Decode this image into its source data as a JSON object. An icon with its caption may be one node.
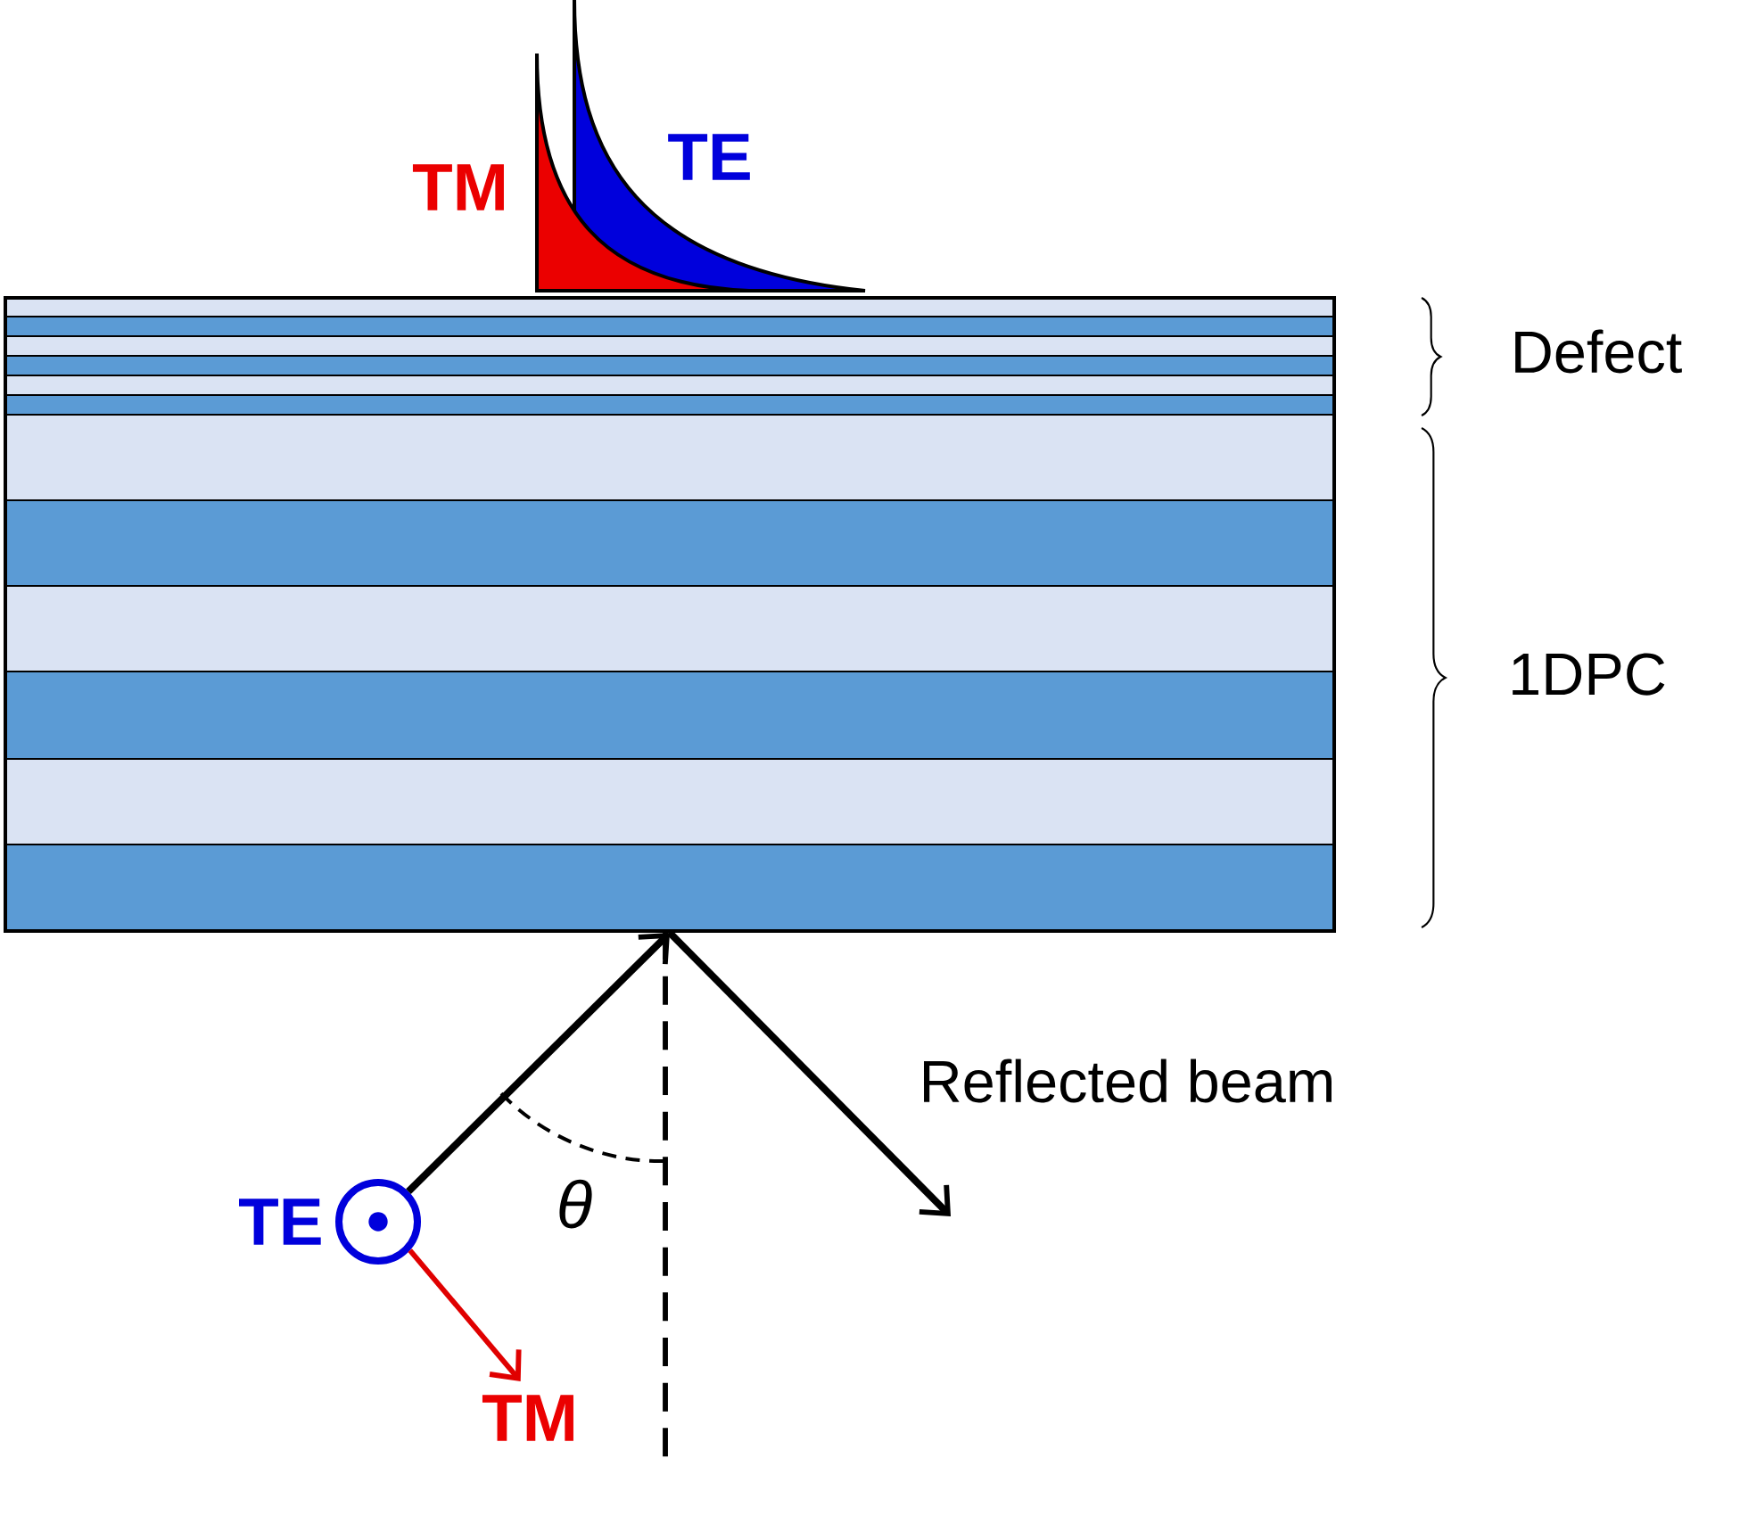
{
  "diagram": {
    "nodes": [
      {
        "text": [],
        "shape": "box"
      },
      {
        "text": [],
        "shape": "circle",
        "beside": [
          "TE"
        ]
      },
      {
        "text": [
          "TM"
        ]
      }
    ],
    "edges": [
      {
        "from": 1,
        "to": 0,
        "arrow": "to"
      },
      {
        "from": 0,
        "to": null,
        "arrow": "to",
        "label": "Reflected beam"
      },
      {
        "from": 1,
        "to": 2,
        "arrow": "to",
        "color": "#e00000"
      }
    ],
    "labels": [
      "TM",
      "TE",
      "Defect",
      "1DPC",
      "θ"
    ]
  }
}
